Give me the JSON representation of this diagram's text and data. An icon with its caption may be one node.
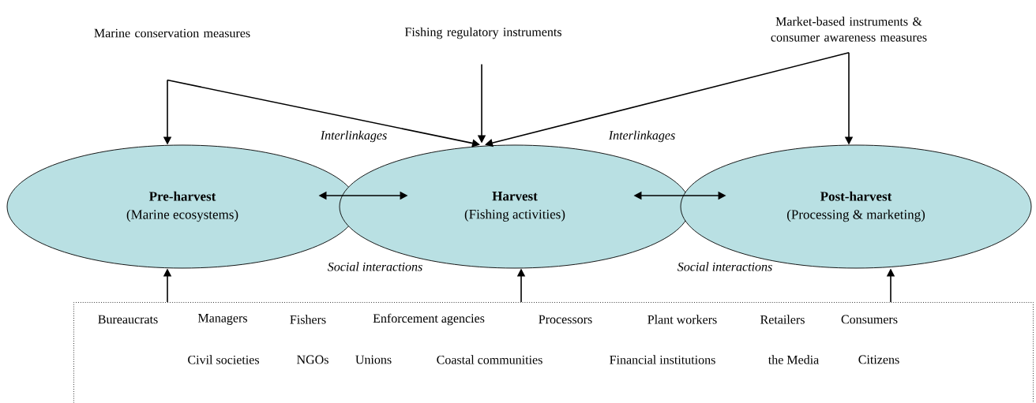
{
  "diagram": {
    "nodes": [
      {
        "text": [
          "Marine conservation measures"
        ]
      },
      {
        "text": [
          "Fishing regulatory instruments"
        ]
      },
      {
        "text": [
          "Market-based instruments & consumer awareness measures"
        ]
      },
      {
        "text": [
          "Pre-harvest",
          "(Marine ecosystems)"
        ]
      },
      {
        "text": [
          "Harvest",
          "(Fishing activities)"
        ]
      },
      {
        "text": [
          "Post-harvest",
          "(Processing & marketing)"
        ]
      },
      {
        "text": [
          "Bureaucrats",
          "Managers",
          "Fishers",
          "Enforcement agencies",
          "Processors",
          "Plant workers",
          "Retailers",
          "Consumers",
          "Civil societies",
          "NGOs",
          "Unions",
          "Coastal communities",
          "Financial institutions",
          "the Media",
          "Citizens"
        ]
      }
    ],
    "edges": [
      {
        "from": 0,
        "to": 3,
        "arrow": "to"
      },
      {
        "from": 0,
        "to": 4,
        "arrow": "to"
      },
      {
        "from": 1,
        "to": 4,
        "arrow": "to"
      },
      {
        "from": 2,
        "to": 4,
        "arrow": "to"
      },
      {
        "from": 2,
        "to": 5,
        "arrow": "to"
      },
      {
        "from": 3,
        "to": 4,
        "arrow": "both"
      },
      {
        "from": 4,
        "to": 5,
        "arrow": "both"
      },
      {
        "from": 6,
        "to": 3,
        "arrow": "to"
      },
      {
        "from": 6,
        "to": 4,
        "arrow": "to"
      },
      {
        "from": 6,
        "to": 5,
        "arrow": "to"
      }
    ],
    "labels": [
      "Interlinkages",
      "Interlinkages",
      "Social interactions",
      "Social interactions"
    ]
  }
}
